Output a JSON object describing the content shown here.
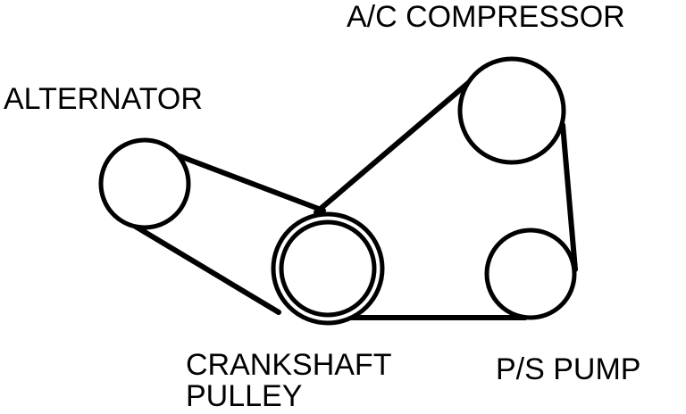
{
  "labels": {
    "ac_compressor": "A/C COMPRESSOR",
    "alternator": "ALTERNATOR",
    "crankshaft_line1": "CRANKSHAFT",
    "crankshaft_line2": "PULLEY",
    "ps_pump": "P/S PUMP"
  },
  "colors": {
    "ink": "#000000",
    "background": "#ffffff"
  }
}
